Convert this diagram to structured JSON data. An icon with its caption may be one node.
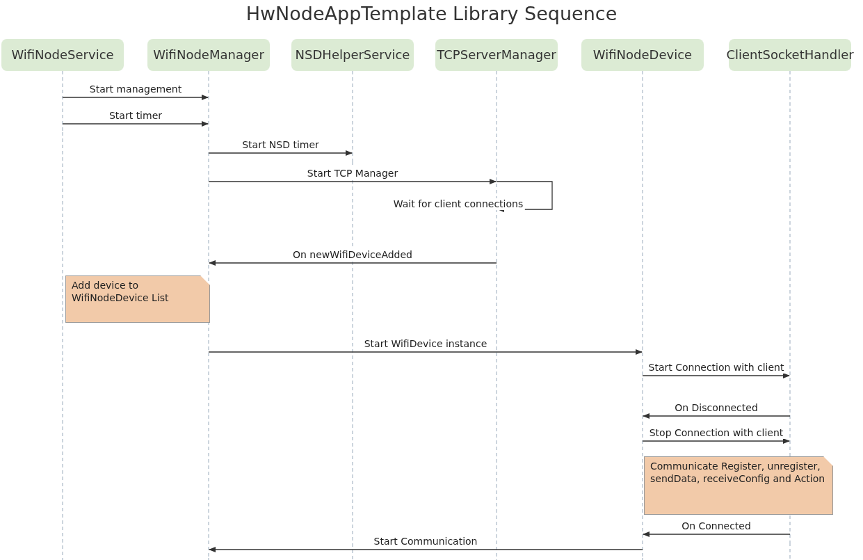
{
  "diagram": {
    "title": "HwNodeAppTemplate Library Sequence",
    "nodes": [
      {
        "text": [
          "WifiNodeService"
        ]
      },
      {
        "text": [
          "WifiNodeManager"
        ]
      },
      {
        "text": [
          "NSDHelperService"
        ]
      },
      {
        "text": [
          "TCPServerManager"
        ]
      },
      {
        "text": [
          "WifiNodeDevice"
        ]
      },
      {
        "text": [
          "ClientSocketHandler"
        ]
      },
      {
        "text": [
          "Add device to WifiNodeDevice List"
        ]
      },
      {
        "text": [
          "Communicate Register, unregister, sendData, receiveConfig and Action"
        ]
      }
    ],
    "edges": [
      {
        "from": 0,
        "to": 1,
        "arrow": "to",
        "label": "Start management"
      },
      {
        "from": 0,
        "to": 1,
        "arrow": "to",
        "label": "Start timer"
      },
      {
        "from": 1,
        "to": 2,
        "arrow": "to",
        "label": "Start NSD timer"
      },
      {
        "from": 1,
        "to": 3,
        "arrow": "to",
        "label": "Start TCP Manager"
      },
      {
        "from": 3,
        "to": 3,
        "arrow": "to",
        "label": "Wait for client connections"
      },
      {
        "from": 3,
        "to": 1,
        "arrow": "to",
        "label": "On newWifiDeviceAdded"
      },
      {
        "from": 1,
        "to": 4,
        "arrow": "to",
        "label": "Start WifiDevice instance"
      },
      {
        "from": 4,
        "to": 5,
        "arrow": "to",
        "label": "Start Connection with client"
      },
      {
        "from": 5,
        "to": 4,
        "arrow": "to",
        "label": "On Disconnected"
      },
      {
        "from": 4,
        "to": 5,
        "arrow": "to",
        "label": "Stop Connection with client"
      },
      {
        "from": 5,
        "to": 4,
        "arrow": "to",
        "label": "On Connected"
      },
      {
        "from": 4,
        "to": 1,
        "arrow": "to",
        "label": "Start Communication"
      }
    ]
  }
}
